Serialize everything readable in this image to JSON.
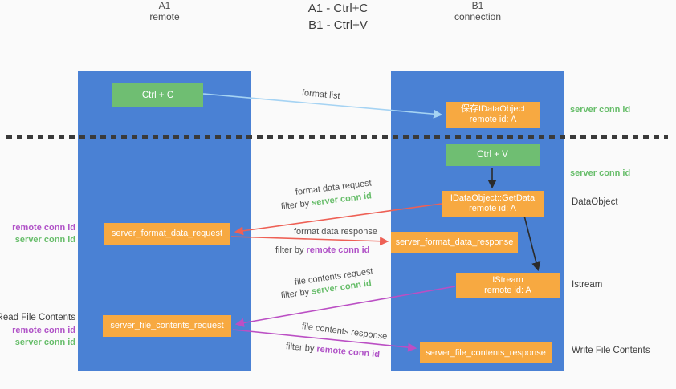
{
  "title": {
    "line1": "A1 - Ctrl+C",
    "line2": "B1 - Ctrl+V"
  },
  "lanes": {
    "a": {
      "title": "A1",
      "subtitle": "remote"
    },
    "b": {
      "title": "B1",
      "subtitle": "connection"
    }
  },
  "nodes": {
    "ctrl_c": {
      "label": "Ctrl + C"
    },
    "ctrl_v": {
      "label": "Ctrl + V"
    },
    "save_dataobject": {
      "line1": "保存IDataObject",
      "line2": "remote id: A"
    },
    "getdata": {
      "line1": "IDataObject::GetData",
      "line2": "remote id: A"
    },
    "format_request": {
      "label": "server_format_data_request"
    },
    "format_response": {
      "label": "server_format_data_response"
    },
    "istream": {
      "line1": "IStream",
      "line2": "remote id: A"
    },
    "file_request": {
      "label": "server_file_contents_request"
    },
    "file_response": {
      "label": "server_file_contents_response"
    }
  },
  "edges": {
    "format_list": {
      "label": "format list"
    },
    "format_data_request": {
      "label": "format data request",
      "filter_prefix": "filter by ",
      "filter_key": "server conn id"
    },
    "format_data_response": {
      "label": "format data response",
      "filter_prefix": "filter by ",
      "filter_key": "remote conn id"
    },
    "file_contents_request": {
      "label": "file contents request",
      "filter_prefix": "filter by ",
      "filter_key": "server conn id"
    },
    "file_contents_response": {
      "label": "file contents response",
      "filter_prefix": "filter by ",
      "filter_key": "remote conn id"
    }
  },
  "side_labels": {
    "right_server_conn_top": "server conn id",
    "right_server_conn_mid": "server conn id",
    "dataobject": "DataObject",
    "istream": "Istream",
    "write_file_contents": "Write File Contents",
    "left_remote_conn_1": "remote conn id",
    "left_server_conn_1": "server conn id",
    "read_file_contents": "Read File Contents",
    "left_remote_conn_2": "remote conn id",
    "left_server_conn_2": "server conn id"
  },
  "colors": {
    "lane_blue": "#4a81d4",
    "box_green": "#6fbe72",
    "box_orange": "#f7a941",
    "arrow_light_blue": "#a5d3f3",
    "arrow_red": "#ee6055",
    "arrow_purple": "#bb4fc4",
    "arrow_black": "#2b2b2b",
    "text_green": "#67bd6a",
    "text_purple": "#b052c7"
  }
}
